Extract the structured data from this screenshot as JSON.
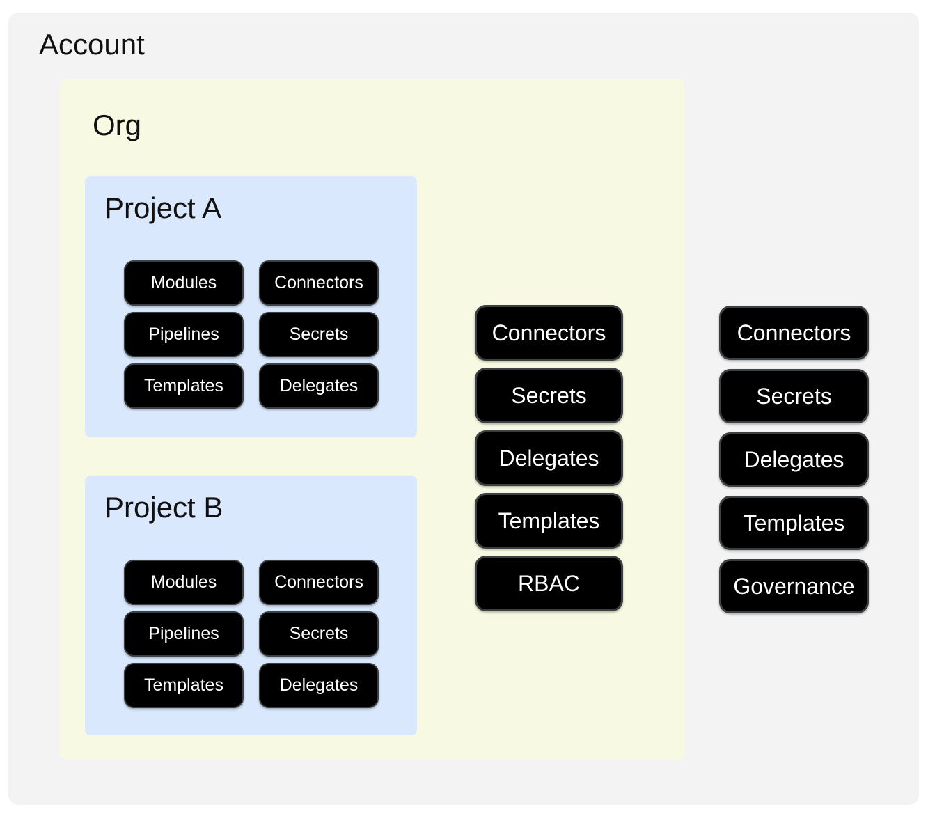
{
  "colors": {
    "page-bg": "#ffffff",
    "account-bg": "#f3f3f4",
    "org-bg": "#f7f9e2",
    "project-bg": "#d9e8fc",
    "pill-bg": "#000000",
    "pill-border": "#3c4043",
    "pill-text": "#ffffff",
    "title-text": "#111111"
  },
  "account": {
    "title": "Account",
    "resources": [
      "Connectors",
      "Secrets",
      "Delegates",
      "Templates",
      "Governance"
    ],
    "org": {
      "title": "Org",
      "resources": [
        "Connectors",
        "Secrets",
        "Delegates",
        "Templates",
        "RBAC"
      ],
      "projects": [
        {
          "title": "Project A",
          "resources": [
            "Modules",
            "Connectors",
            "Pipelines",
            "Secrets",
            "Templates",
            "Delegates"
          ]
        },
        {
          "title": "Project B",
          "resources": [
            "Modules",
            "Connectors",
            "Pipelines",
            "Secrets",
            "Templates",
            "Delegates"
          ]
        }
      ]
    }
  }
}
